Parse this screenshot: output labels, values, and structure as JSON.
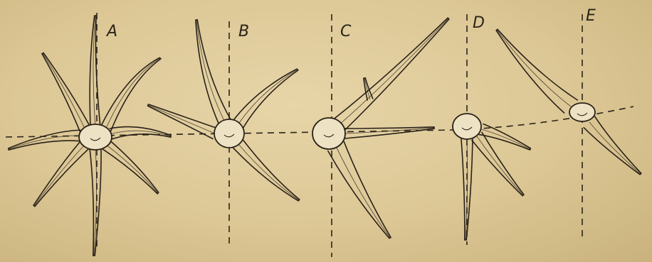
{
  "figure": {
    "labels": {
      "a": "A",
      "b": "B",
      "c": "C",
      "d": "D",
      "e": "E"
    },
    "colors": {
      "paper": "#dcc795",
      "ink": "#2a2219"
    }
  }
}
